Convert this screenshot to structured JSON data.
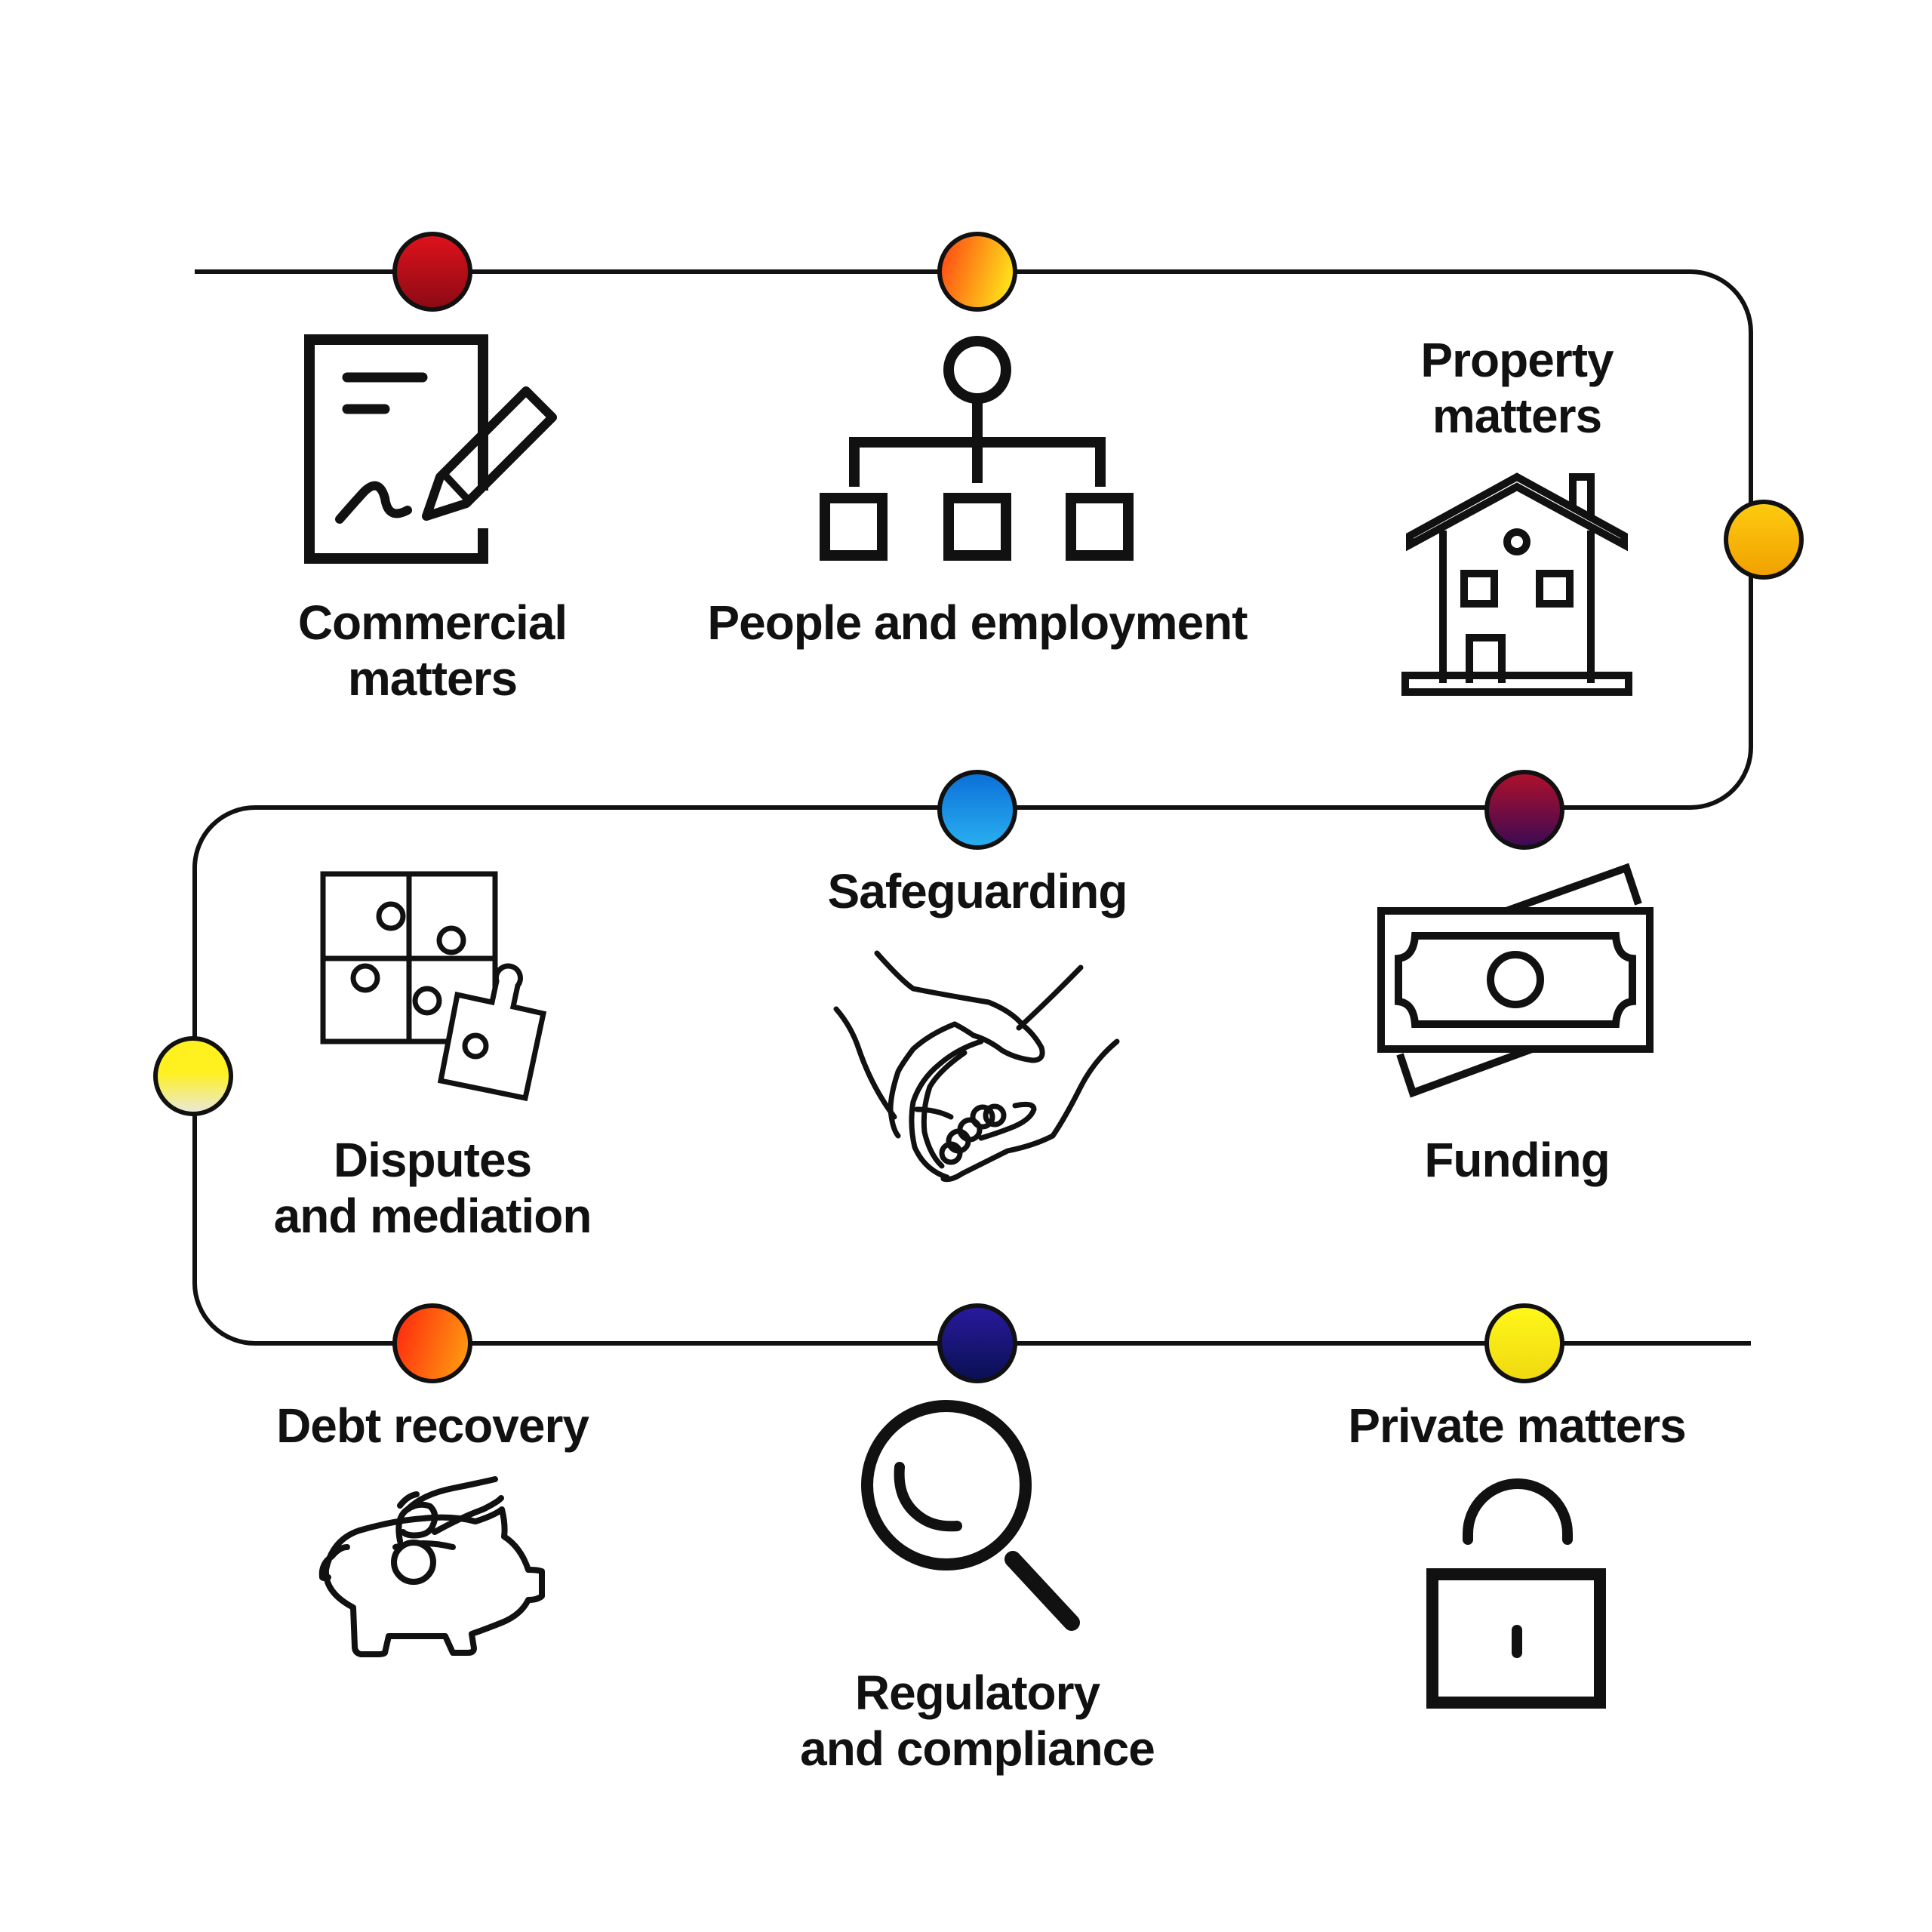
{
  "services": [
    {
      "id": "commercial",
      "lines": [
        "Commercial",
        "matters"
      ],
      "icon": "contract-signing-icon",
      "dot_color": [
        "#e0121c",
        "#8a0a14"
      ]
    },
    {
      "id": "people",
      "lines": [
        "People and employment"
      ],
      "icon": "org-chart-icon",
      "dot_color": [
        "#ff4a14",
        "#ffe81a"
      ]
    },
    {
      "id": "property",
      "lines": [
        "Property",
        "matters"
      ],
      "icon": "house-icon",
      "dot_color": [
        "#ffcc10",
        "#f0a000"
      ]
    },
    {
      "id": "funding",
      "lines": [
        "Funding"
      ],
      "icon": "banknote-icon",
      "dot_color": [
        "#b0102a",
        "#3a0a55"
      ]
    },
    {
      "id": "safeguarding",
      "lines": [
        "Safeguarding"
      ],
      "icon": "holding-hands-icon",
      "dot_color": [
        "#0a6fd8",
        "#2ab0f0"
      ]
    },
    {
      "id": "disputes",
      "lines": [
        "Disputes",
        "and mediation"
      ],
      "icon": "puzzle-icon",
      "dot_color": [
        "#fff020",
        "#e8e8e0"
      ]
    },
    {
      "id": "debt",
      "lines": [
        "Debt recovery"
      ],
      "icon": "piggy-bank-icon",
      "dot_color": [
        "#ff2a0e",
        "#ff9a10"
      ]
    },
    {
      "id": "regulatory",
      "lines": [
        "Regulatory",
        "and compliance"
      ],
      "icon": "magnifying-glass-icon",
      "dot_color": [
        "#2a1aa0",
        "#081050"
      ]
    },
    {
      "id": "private",
      "lines": [
        "Private matters"
      ],
      "icon": "padlock-icon",
      "dot_color": [
        "#fff81a",
        "#f0d810"
      ]
    }
  ],
  "colors": {
    "line": "#111111",
    "text": "#111111"
  }
}
